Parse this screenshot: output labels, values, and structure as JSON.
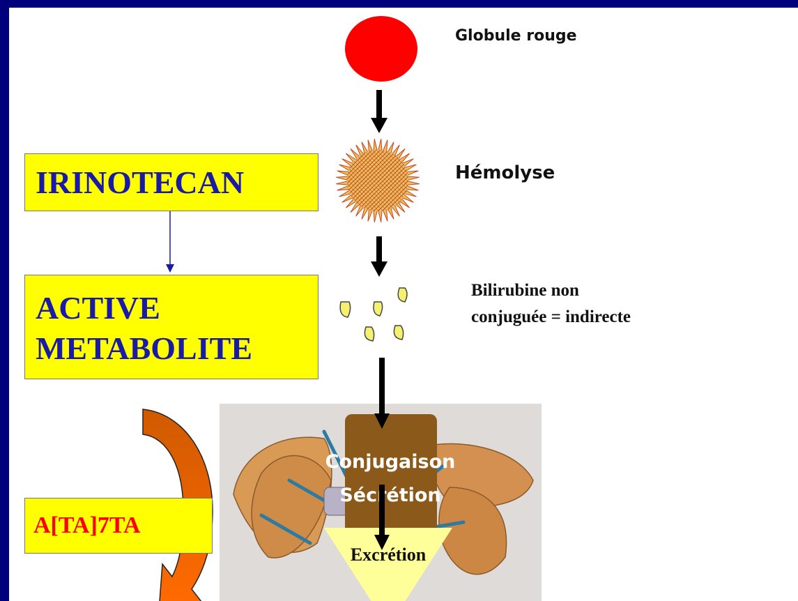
{
  "pathway": {
    "globule_label": "Globule rouge",
    "hemolyse_label": "Hémolyse",
    "bilirubine_line1": "Bilirubine non",
    "bilirubine_line2": "conjuguée = indirecte",
    "conjugaison_label": "Conjugaison",
    "secretion_label": "Sécrétion",
    "excretion_label": "Excrétion"
  },
  "drug": {
    "irinotecan_label": "IRINOTECAN",
    "metabolite_line1": "ACTIVE",
    "metabolite_line2": "METABOLITE",
    "genotype_label": "A[TA]7TA"
  },
  "colors": {
    "background_frame": "#00007c",
    "red_cell": "#ff0000",
    "box_fill": "#ffff00",
    "box_text": "#1a1aa8",
    "genotype_text": "#ff0000",
    "curved_arrow": "#d95a00",
    "conjugation_block": "#8b5a1a",
    "excretion_funnel": "#ffff99"
  }
}
